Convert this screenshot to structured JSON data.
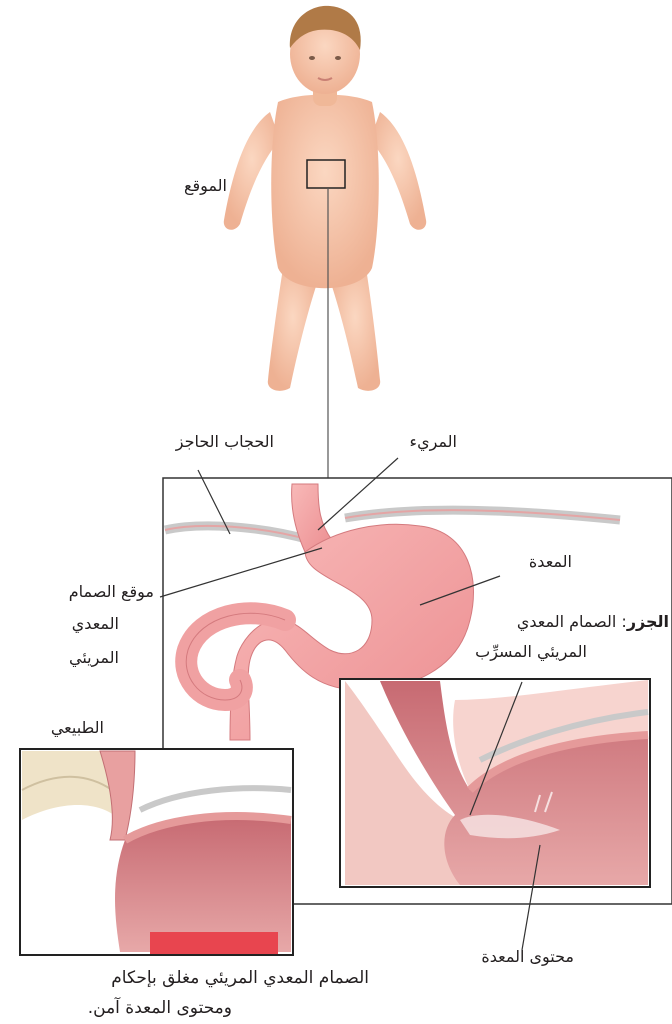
{
  "labels": {
    "location": "الموقع",
    "diaphragm": "الحجاب الحاجز",
    "esophagus": "المريء",
    "stomach": "المعدة",
    "les_site_line1": "موقع الصمام",
    "les_site_line2": "المعدي",
    "les_site_line3": "المريئي",
    "reflux_title": "الجزر",
    "reflux_line1_rest": ": الصمام المعدي",
    "reflux_line2": "المريئي المسرِّب",
    "normal": "الطبيعي",
    "stomach_contents": "محتوى المعدة",
    "caption_line1": "الصمام المعدي المريئي مغلق بإحكام",
    "caption_line2": "ومحتوى المعدة آمن."
  },
  "colors": {
    "skin": "#f6c3a6",
    "stomach": "#f3a3a4",
    "stomach_dark": "#d9787c",
    "diaphragm": "#c9c9c9",
    "acid": "#e8454f",
    "frame": "#333333"
  }
}
